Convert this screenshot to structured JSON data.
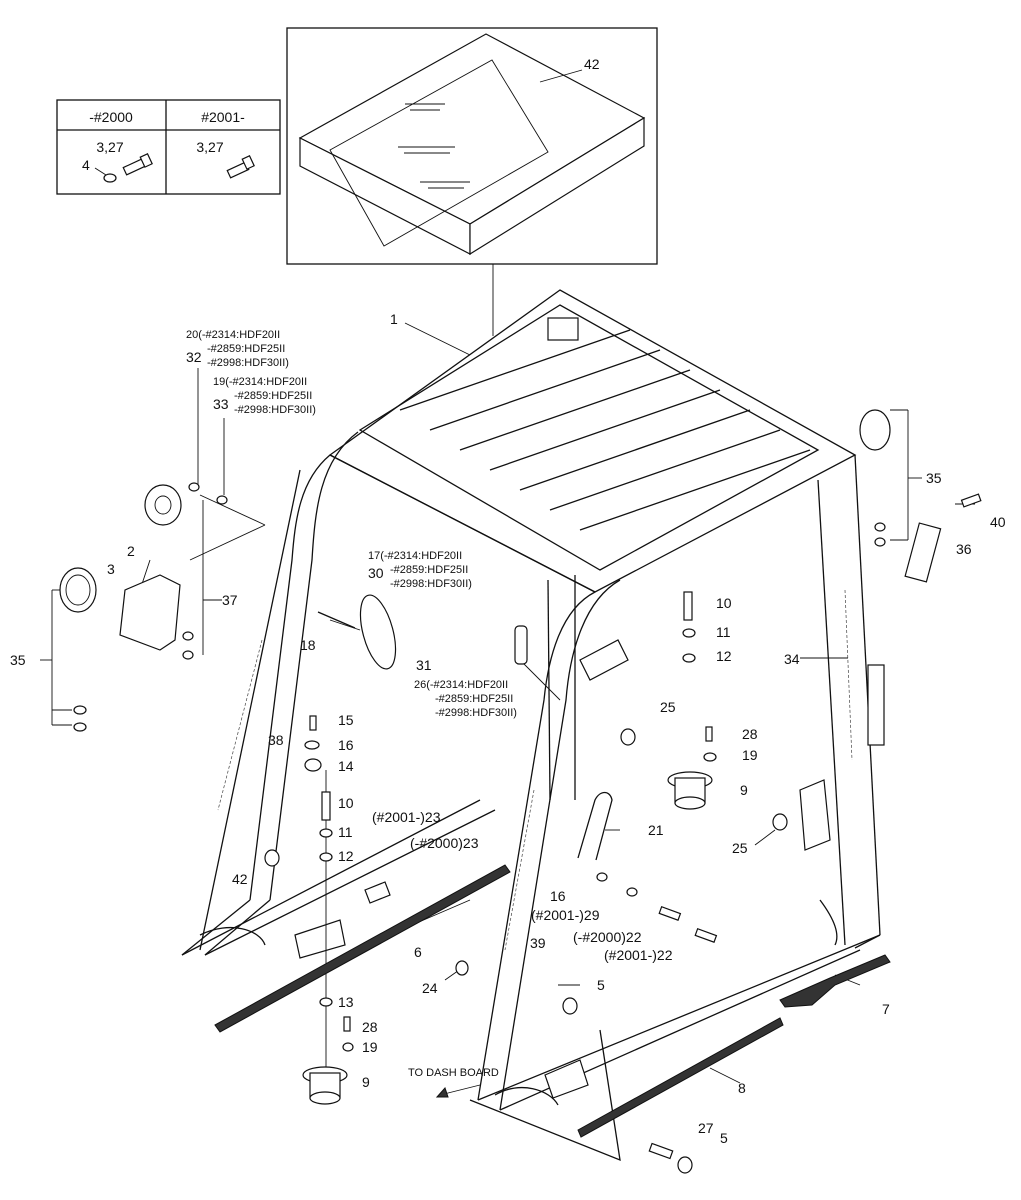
{
  "variant_table": {
    "headers": [
      "-#2000",
      "#2001-"
    ],
    "cells": [
      {
        "top": "3,27",
        "side": "4"
      },
      {
        "top": "3,27"
      }
    ]
  },
  "parts": {
    "p1": "1",
    "p2": "2",
    "p3": "3",
    "p5a": "5",
    "p5b": "5",
    "p6": "6",
    "p7": "7",
    "p8": "8",
    "p9a": "9",
    "p9b": "9",
    "p10a": "10",
    "p10b": "10",
    "p11a": "11",
    "p11b": "11",
    "p12a": "12",
    "p12b": "12",
    "p13": "13",
    "p14": "14",
    "p15": "15",
    "p16a": "16",
    "p18": "18",
    "p19a": "19",
    "p19b": "19",
    "p21": "21",
    "p24": "24",
    "p25a": "25",
    "p25b": "25",
    "p27": "27",
    "p28a": "28",
    "p28b": "28",
    "p31": "31",
    "p34": "34",
    "p35a": "35",
    "p35b": "35",
    "p36": "36",
    "p37": "37",
    "p38": "38",
    "p39": "39",
    "p40": "40",
    "p42a": "42",
    "p42b": "42"
  },
  "notes": {
    "n20_1": "20(-#2314:HDF20II",
    "n20_2": "-#2859:HDF25II",
    "n32": "32",
    "n20_3": "-#2998:HDF30II)",
    "n19_1": "19(-#2314:HDF20II",
    "n19_2": "-#2859:HDF25II",
    "n33": "33",
    "n19_3": "-#2998:HDF30II)",
    "n17_1": "17(-#2314:HDF20II",
    "n30": "30",
    "n17_2": "-#2859:HDF25II",
    "n17_3": "-#2998:HDF30II)",
    "n26_1": "26(-#2314:HDF20II",
    "n26_2": "-#2859:HDF25II",
    "n26_3": "-#2998:HDF30II)",
    "n23a": "(#2001-)23",
    "n23b": "(-#2000)23",
    "n16b": "16",
    "n29": "(#2001-)29",
    "n22a": "(-#2000)22",
    "n22b": "(#2001-)22",
    "dash": "TO DASH BOARD"
  }
}
